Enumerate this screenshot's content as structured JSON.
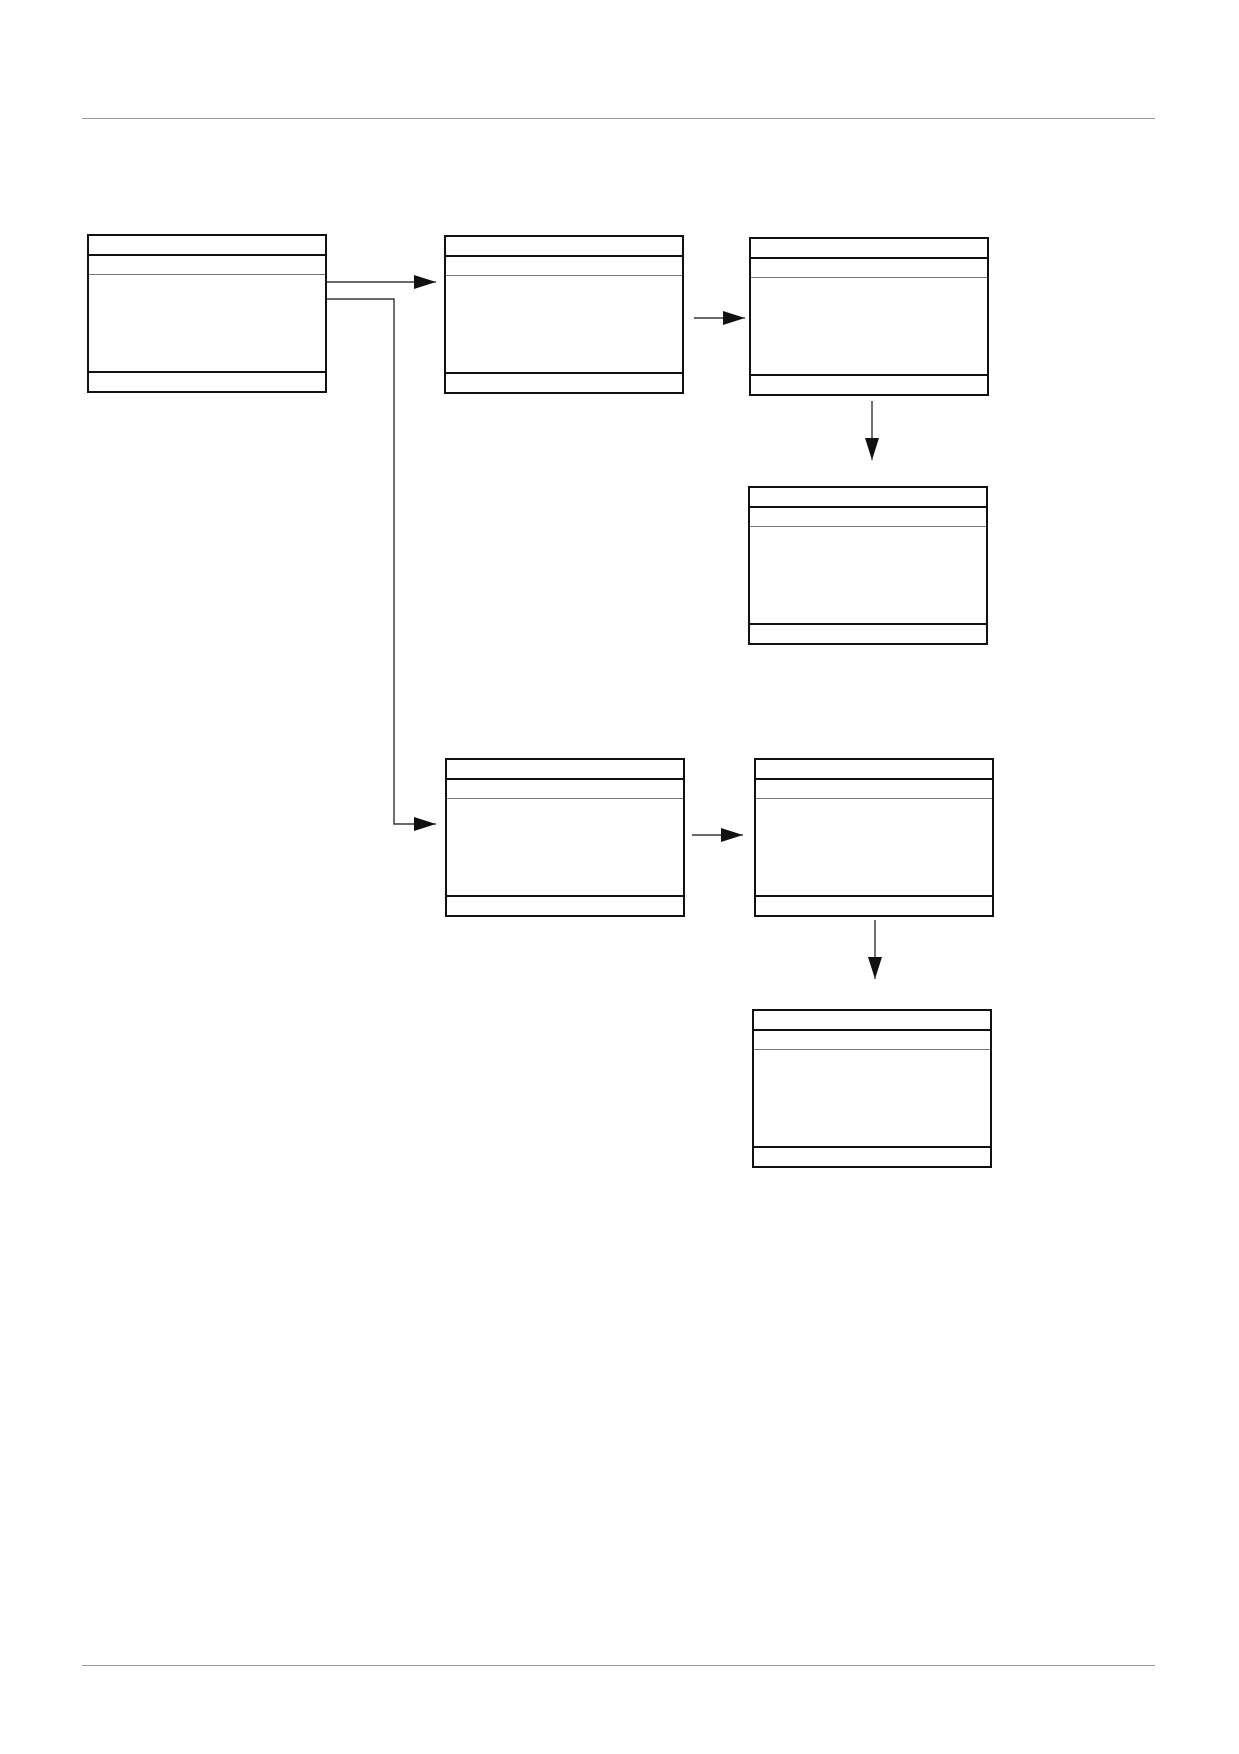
{
  "diagram": {
    "screens": [
      {
        "id": "screen-1"
      },
      {
        "id": "screen-2"
      },
      {
        "id": "screen-3"
      },
      {
        "id": "screen-4"
      },
      {
        "id": "screen-5"
      },
      {
        "id": "screen-6"
      },
      {
        "id": "screen-7"
      }
    ],
    "edges": [
      {
        "from": "screen-1",
        "to": "screen-2"
      },
      {
        "from": "screen-2",
        "to": "screen-3"
      },
      {
        "from": "screen-3",
        "to": "screen-4"
      },
      {
        "from": "screen-1",
        "to": "screen-5"
      },
      {
        "from": "screen-5",
        "to": "screen-6"
      },
      {
        "from": "screen-6",
        "to": "screen-7"
      }
    ],
    "colors": {
      "stroke": "#111111",
      "rule": "#9a9a9a",
      "background": "#ffffff"
    }
  }
}
